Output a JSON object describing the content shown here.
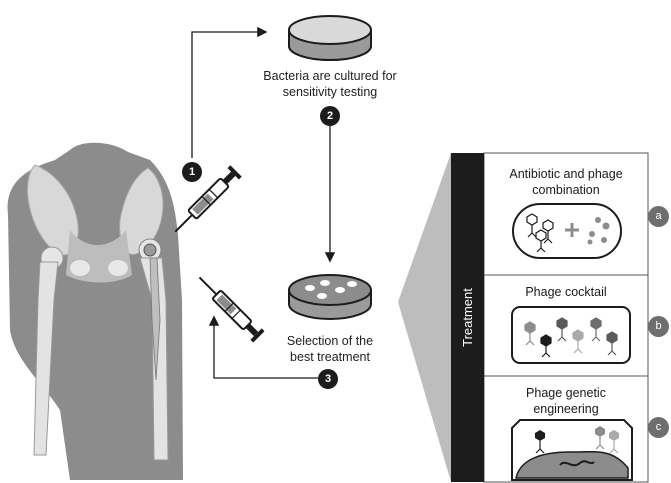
{
  "steps": {
    "step1": {
      "number": "1"
    },
    "step2": {
      "number": "2"
    },
    "step3": {
      "number": "3"
    }
  },
  "labels": {
    "culture_line1": "Bacteria are cultured for",
    "culture_line2": "sensitivity testing",
    "selection_line1": "Selection of the",
    "selection_line2": "best treatment"
  },
  "treatment": {
    "bar_label": "Treatment",
    "options": [
      {
        "badge": "a",
        "title_line1": "Antibiotic and phage",
        "title_line2": "combination"
      },
      {
        "badge": "b",
        "title_line1": "Phage cocktail",
        "title_line2": ""
      },
      {
        "badge": "c",
        "title_line1": "Phage genetic",
        "title_line2": "engineering"
      }
    ]
  },
  "colors": {
    "dark": "#1c1c1c",
    "bone_light": "#d8d8d8",
    "tissue": "#8c8c8c",
    "badge_grey": "#6e6e6e"
  }
}
